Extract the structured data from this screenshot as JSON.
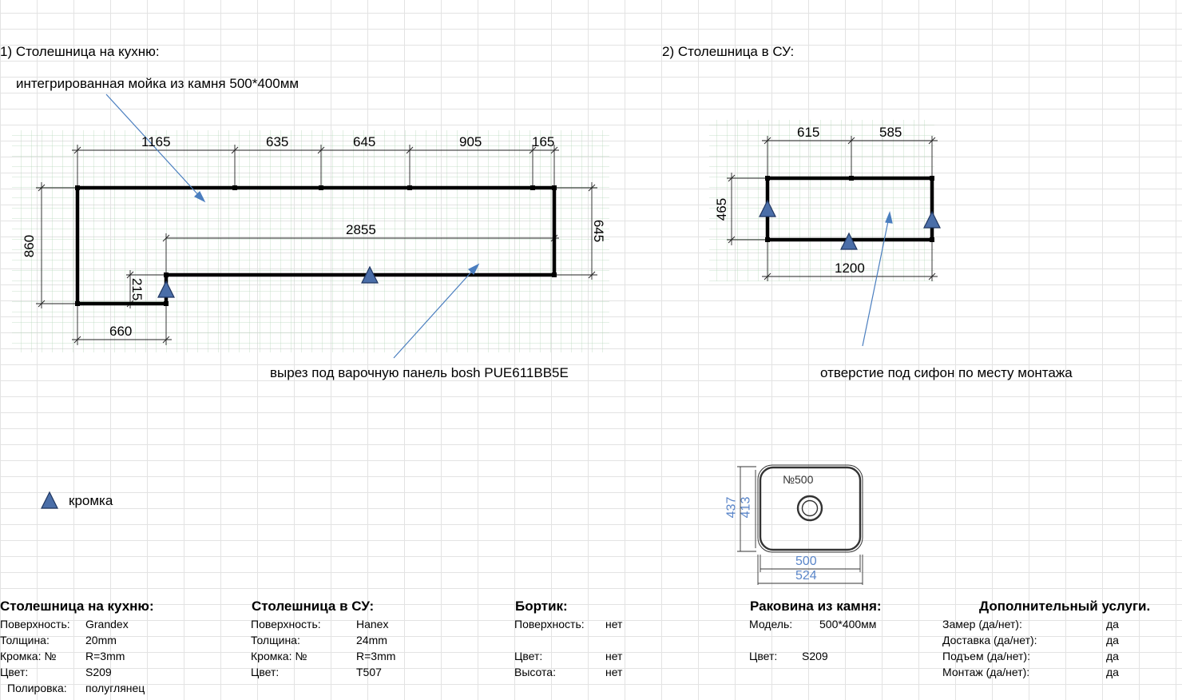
{
  "titles": {
    "kitchen": "1) Столешница на кухню:",
    "bathroom": "2) Столешница в СУ:"
  },
  "notes": {
    "sink": "интегрированная мойка из камня 500*400мм",
    "hob": "вырез под варочную панель bosh PUE611BB5E",
    "siphon": "отверстие под сифон по месту монтажа"
  },
  "legend": {
    "label": "кромка",
    "color": "#4a6ea8"
  },
  "kitchen_dims": {
    "top": [
      "1165",
      "635",
      "645",
      "905",
      "165"
    ],
    "inner": "2855",
    "left": "860",
    "right": "645",
    "step": "215",
    "bottom": "660"
  },
  "bath_dims": {
    "top": [
      "615",
      "585"
    ],
    "left": "465",
    "bottom": "1200"
  },
  "sink_drawing": {
    "label": "№500",
    "width_inner": "500",
    "width_outer": "524",
    "height_inner": "413",
    "height_outer": "437"
  },
  "colors": {
    "arrow": "#4a7ebf",
    "edge_marker": "#4a6ea8",
    "dim_blue": "#5b86c9",
    "grid": "#e3e3e3"
  },
  "specs": {
    "kitchen": {
      "title": "Столешница на кухню:",
      "rows": [
        [
          "Поверхность:",
          "Grandex"
        ],
        [
          "Толщина:",
          "20mm"
        ],
        [
          "Кромка: №",
          "R=3mm"
        ],
        [
          "Цвет:",
          "S209"
        ],
        [
          "Полировка:",
          "полуглянец"
        ]
      ]
    },
    "bath": {
      "title": "Столешница в СУ:",
      "rows": [
        [
          "Поверхность:",
          "Hanex"
        ],
        [
          "Толщина:",
          "24mm"
        ],
        [
          "Кромка: №",
          "R=3mm"
        ],
        [
          "Цвет:",
          "T507"
        ]
      ]
    },
    "bortik": {
      "title": "Бортик:",
      "surface": [
        "Поверхность:",
        "нет"
      ],
      "color": [
        "Цвет:",
        "нет"
      ],
      "height": [
        "Высота:",
        "нет"
      ]
    },
    "sink": {
      "title": "Раковина из камня:",
      "model": [
        "Модель:",
        "500*400мм"
      ],
      "color": [
        "Цвет:",
        "S209"
      ]
    },
    "extra": {
      "title": "Дополнительный услуги.",
      "rows": [
        [
          "Замер (да/нет):",
          "да"
        ],
        [
          "Доставка (да/нет):",
          "да"
        ],
        [
          "Подъем (да/нет):",
          "да"
        ],
        [
          "Монтаж (да/нет):",
          "да"
        ]
      ]
    }
  }
}
